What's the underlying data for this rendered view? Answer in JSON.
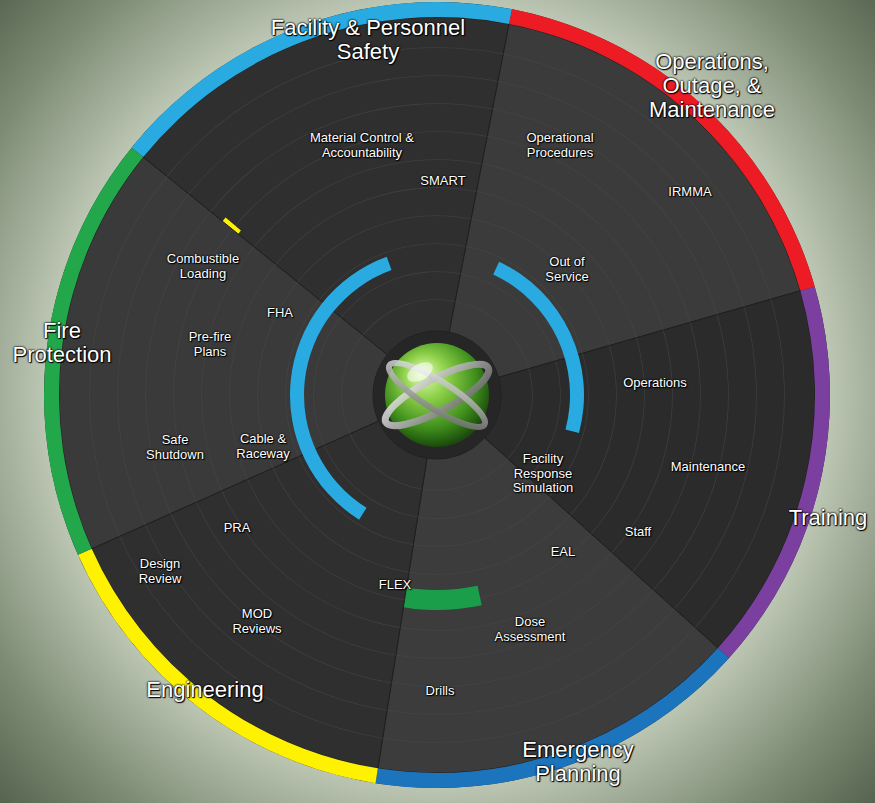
{
  "diagram": {
    "nodes": [
      {
        "text": [
          "Facility & Personnel Safety"
        ]
      },
      {
        "text": [
          "Material Control & Accountability"
        ],
        "in": 0
      },
      {
        "text": [
          "SMART"
        ],
        "in": 0
      },
      {
        "text": [
          "Operations, Outage, & Maintenance"
        ]
      },
      {
        "text": [
          "Operational Procedures"
        ],
        "in": 3
      },
      {
        "text": [
          "IRMMA"
        ],
        "in": 3
      },
      {
        "text": [
          "Out of Service"
        ],
        "in": 3
      },
      {
        "text": [
          "Training"
        ]
      },
      {
        "text": [
          "Operations"
        ],
        "in": 7
      },
      {
        "text": [
          "Maintenance"
        ],
        "in": 7
      },
      {
        "text": [
          "Staff"
        ],
        "in": 7
      },
      {
        "text": [
          "Emergency Planning"
        ]
      },
      {
        "text": [
          "EAL"
        ],
        "in": 11
      },
      {
        "text": [
          "Dose Assessment"
        ],
        "in": 11
      },
      {
        "text": [
          "Drills"
        ],
        "in": 11
      },
      {
        "text": [
          "Engineering"
        ]
      },
      {
        "text": [
          "FLEX"
        ],
        "in": 15
      },
      {
        "text": [
          "PRA"
        ],
        "in": 15
      },
      {
        "text": [
          "Design Review"
        ],
        "in": 15
      },
      {
        "text": [
          "MOD Reviews"
        ],
        "in": 15
      },
      {
        "text": [
          "Fire Protection"
        ]
      },
      {
        "text": [
          "Combustible Loading"
        ],
        "in": 20
      },
      {
        "text": [
          "FHA"
        ],
        "in": 20
      },
      {
        "text": [
          "Pre-fire Plans"
        ],
        "in": 20
      },
      {
        "text": [
          "Cable & Raceway"
        ],
        "in": 20
      },
      {
        "text": [
          "Safe Shutdown"
        ],
        "in": 20
      },
      {
        "text": [
          "Facility Response Simulation"
        ]
      }
    ]
  }
}
